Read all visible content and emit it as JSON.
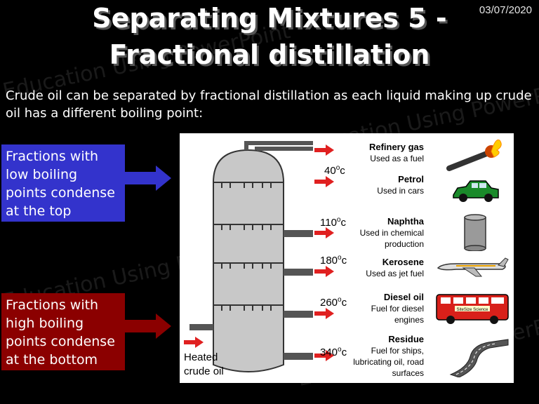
{
  "watermark": "Education Using PowerPoint",
  "date": "03/07/2020",
  "title": {
    "line1": "Separating Mixtures 5 -",
    "line2": "Fractional distillation"
  },
  "intro": "Crude oil can be separated by fractional distillation as each liquid making up crude oil has a different boiling point:",
  "low_box": "Fractions with low boiling points condense at the top",
  "high_box": "Fractions with high boiling points condense at the bottom",
  "diagram": {
    "input_label": "Heated crude oil",
    "fractions": [
      {
        "name": "Refinery gas",
        "use": "Used as a fuel",
        "temp": "",
        "icon": "lit-match-icon"
      },
      {
        "name": "Petrol",
        "use": "Used in cars",
        "temp": "40",
        "icon": "car-icon"
      },
      {
        "name": "Naphtha",
        "use": "Used in chemical production",
        "temp": "110",
        "icon": "drum-icon"
      },
      {
        "name": "Kerosene",
        "use": "Used as jet fuel",
        "temp": "180",
        "icon": "airplane-icon"
      },
      {
        "name": "Diesel oil",
        "use": "Fuel for diesel engines",
        "temp": "260",
        "icon": "bus-icon"
      },
      {
        "name": "Residue",
        "use": "Fuel for ships, lubricating oil, road surfaces",
        "temp": "340",
        "icon": "road-icon"
      }
    ],
    "temp_unit": "c",
    "degree": "o",
    "bus_text": "SiteSize Science"
  },
  "colors": {
    "low_box": "#3333cc",
    "high_box": "#8b0000",
    "arrow_red": "#e02020",
    "column_grey": "#c8c8c8"
  }
}
